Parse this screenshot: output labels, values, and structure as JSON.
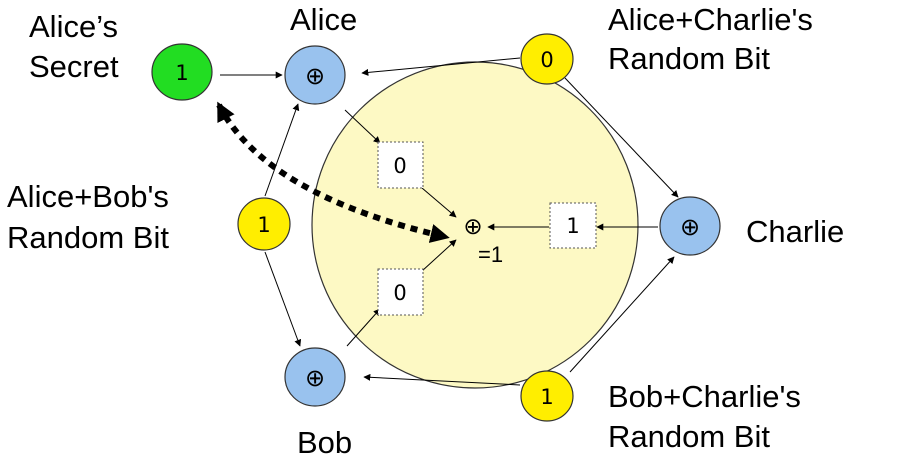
{
  "labels": {
    "alice_secret_line1": "Alice’s",
    "alice_secret_line2": "Secret",
    "alice": "Alice",
    "ac_bit_line1": "Alice+Charlie's",
    "ac_bit_line2": "Random Bit",
    "ab_bit_line1": "Alice+Bob's",
    "ab_bit_line2": "Random Bit",
    "charlie": "Charlie",
    "bob": "Bob",
    "bc_bit_line1": "Bob+Charlie's",
    "bc_bit_line2": "Random Bit"
  },
  "nodes": {
    "alice_secret_value": "1",
    "ac_random_bit": "0",
    "ab_random_bit": "1",
    "bc_random_bit": "1",
    "xor_symbol": "⊕"
  },
  "broadcasts": {
    "alice_output": "0",
    "bob_output": "0",
    "charlie_output": "1"
  },
  "result": {
    "symbol": "⊕",
    "value": "=1"
  },
  "colors": {
    "secret_fill": "#22dd22",
    "random_bit_fill": "#ffee00",
    "party_fill": "#99c2ee",
    "circle_fill": "#fdf9c4",
    "stroke": "#333333"
  }
}
